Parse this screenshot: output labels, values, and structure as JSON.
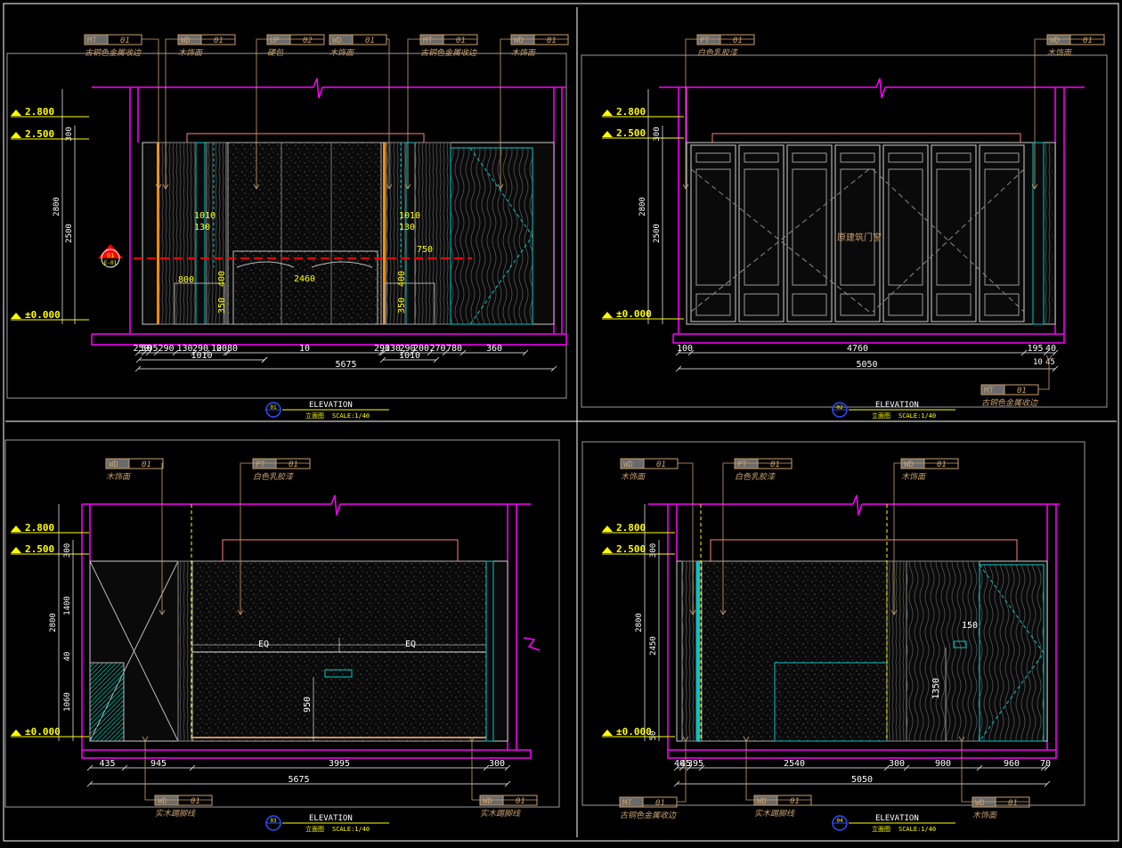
{
  "drawing": {
    "title_word": "ELEVATION",
    "scale_text": "SCALE:1/40",
    "title_cn": "立面图"
  },
  "elevations": [
    {
      "number": "01",
      "levels": [
        "2.800",
        "2.500",
        "±0.000"
      ],
      "height_dims": [
        "300",
        "2500",
        "2800"
      ],
      "tags": [
        {
          "code": "MT",
          "num": "01",
          "label": "古铜色金属收边"
        },
        {
          "code": "WD",
          "num": "01",
          "label": "木饰面"
        },
        {
          "code": "UP",
          "num": "02",
          "label": "硬包"
        },
        {
          "code": "WD",
          "num": "01",
          "label": "木饰面"
        },
        {
          "code": "MT",
          "num": "01",
          "label": "古铜色金属收边"
        },
        {
          "code": "WD",
          "num": "01",
          "label": "木饰面"
        }
      ],
      "bottom_dims": [
        "250",
        "50",
        "95",
        "290",
        "130",
        "290",
        "10",
        "2080",
        "10",
        "290",
        "130",
        "290",
        "200",
        "270",
        "780",
        "360"
      ],
      "subtotal_dims": [
        "1010",
        "1010"
      ],
      "total_dim": "5675",
      "inner_dims": [
        "1010",
        "130",
        "1010",
        "130",
        "750",
        "800",
        "400",
        "2460",
        "400",
        "350",
        "350"
      ],
      "section_mark": {
        "num": "01",
        "sheet": "E-01"
      }
    },
    {
      "number": "02",
      "levels": [
        "2.800",
        "2.500",
        "±0.000"
      ],
      "height_dims": [
        "300",
        "2500",
        "2800"
      ],
      "tags": [
        {
          "code": "PT",
          "num": "01",
          "label": "白色乳胶漆"
        },
        {
          "code": "WD",
          "num": "01",
          "label": "木饰面"
        },
        {
          "code": "MT",
          "num": "01",
          "label": "古铜色金属收边"
        }
      ],
      "bottom_dims": [
        "100",
        "4760",
        "195",
        "40"
      ],
      "total_dim": "5050",
      "small_dims": [
        "10",
        "45"
      ],
      "note": "原建筑门窗"
    },
    {
      "number": "03",
      "levels": [
        "2.800",
        "2.500",
        "±0.000"
      ],
      "height_dims": [
        "300",
        "1400",
        "40",
        "1060",
        "2800"
      ],
      "tags": [
        {
          "code": "WD",
          "num": "01",
          "label": "木饰面"
        },
        {
          "code": "PT",
          "num": "01",
          "label": "白色乳胶漆"
        },
        {
          "code": "WD",
          "num": "01",
          "label": "实木踢脚线"
        },
        {
          "code": "WD",
          "num": "01",
          "label": "实木踢脚线"
        }
      ],
      "bottom_dims": [
        "435",
        "945",
        "3995",
        "300"
      ],
      "total_dim": "5675",
      "eq": [
        "EQ",
        "EQ"
      ],
      "inner_dims": [
        "950"
      ]
    },
    {
      "number": "04",
      "levels": [
        "2.800",
        "2.500",
        "±0.000"
      ],
      "height_dims": [
        "300",
        "2450",
        "50",
        "2800"
      ],
      "tags": [
        {
          "code": "WD",
          "num": "01",
          "label": "木饰面"
        },
        {
          "code": "PT",
          "num": "01",
          "label": "白色乳胶漆"
        },
        {
          "code": "WD",
          "num": "01",
          "label": "木饰面"
        },
        {
          "code": "MT",
          "num": "01",
          "label": "古铜色金属收边"
        },
        {
          "code": "WD",
          "num": "01",
          "label": "实木踢脚线"
        },
        {
          "code": "WD",
          "num": "01",
          "label": "木饰面"
        }
      ],
      "bottom_dims": [
        "40",
        "45",
        "395",
        "2540",
        "300",
        "900",
        "960",
        "70"
      ],
      "total_dim": "5050",
      "inner_dims": [
        "150",
        "1350"
      ]
    }
  ],
  "colors": {
    "background": "#000000",
    "frame": "#ffffff",
    "wall": "#ff00ff",
    "dim": "#ffffff",
    "tag": "#c8a070",
    "level": "#ffff00",
    "metal": "#ff8c00",
    "glass": "#00c8c8",
    "section": "#ff0000"
  }
}
